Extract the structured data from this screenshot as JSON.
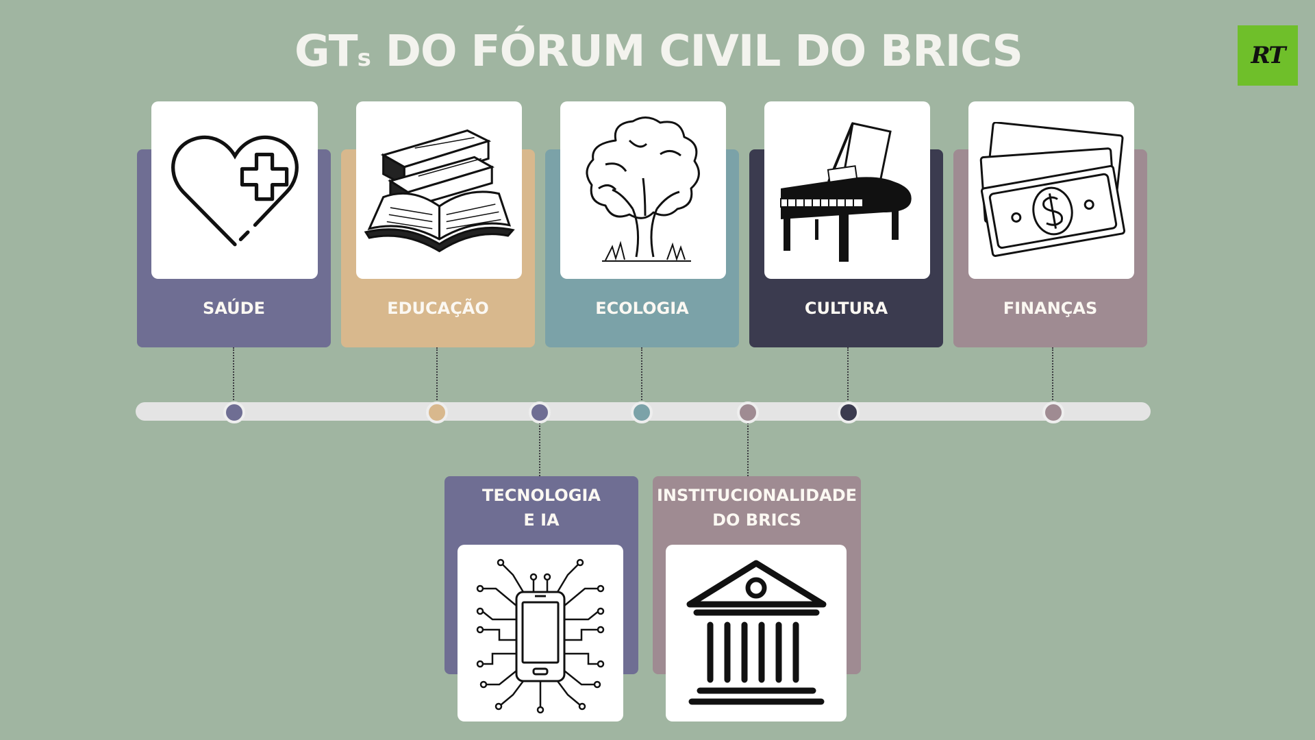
{
  "title": {
    "main": "GT",
    "suffix": "s",
    "rest": "DO FÓRUM CIVIL DO BRICS"
  },
  "logo": {
    "text": "RT",
    "color": "#6fbf2a"
  },
  "colors": {
    "background": "#a0b5a1",
    "saude": "#6f6e93",
    "educacao": "#d8b88d",
    "ecologia": "#7ba2a8",
    "cultura": "#3b3b4f",
    "financas": "#9f8b92",
    "timeline": "#e4e4e4"
  },
  "groups": {
    "saude": {
      "label": "SAÚDE",
      "icon": "heart-cross-icon"
    },
    "educacao": {
      "label": "EDUCAÇÃO",
      "icon": "books-icon"
    },
    "ecologia": {
      "label": "ECOLOGIA",
      "icon": "tree-icon"
    },
    "cultura": {
      "label": "CULTURA",
      "icon": "grand-piano-icon"
    },
    "financas": {
      "label": "FINANÇAS",
      "icon": "money-bills-icon"
    },
    "tecnologia": {
      "label_line1": "TECNOLOGIA",
      "label_line2": "E IA",
      "icon": "smartphone-circuit-icon"
    },
    "institucionalidade": {
      "label_line1": "INSTITUCIONALIDADE",
      "label_line2": "DO BRICS",
      "icon": "institution-building-icon"
    }
  }
}
